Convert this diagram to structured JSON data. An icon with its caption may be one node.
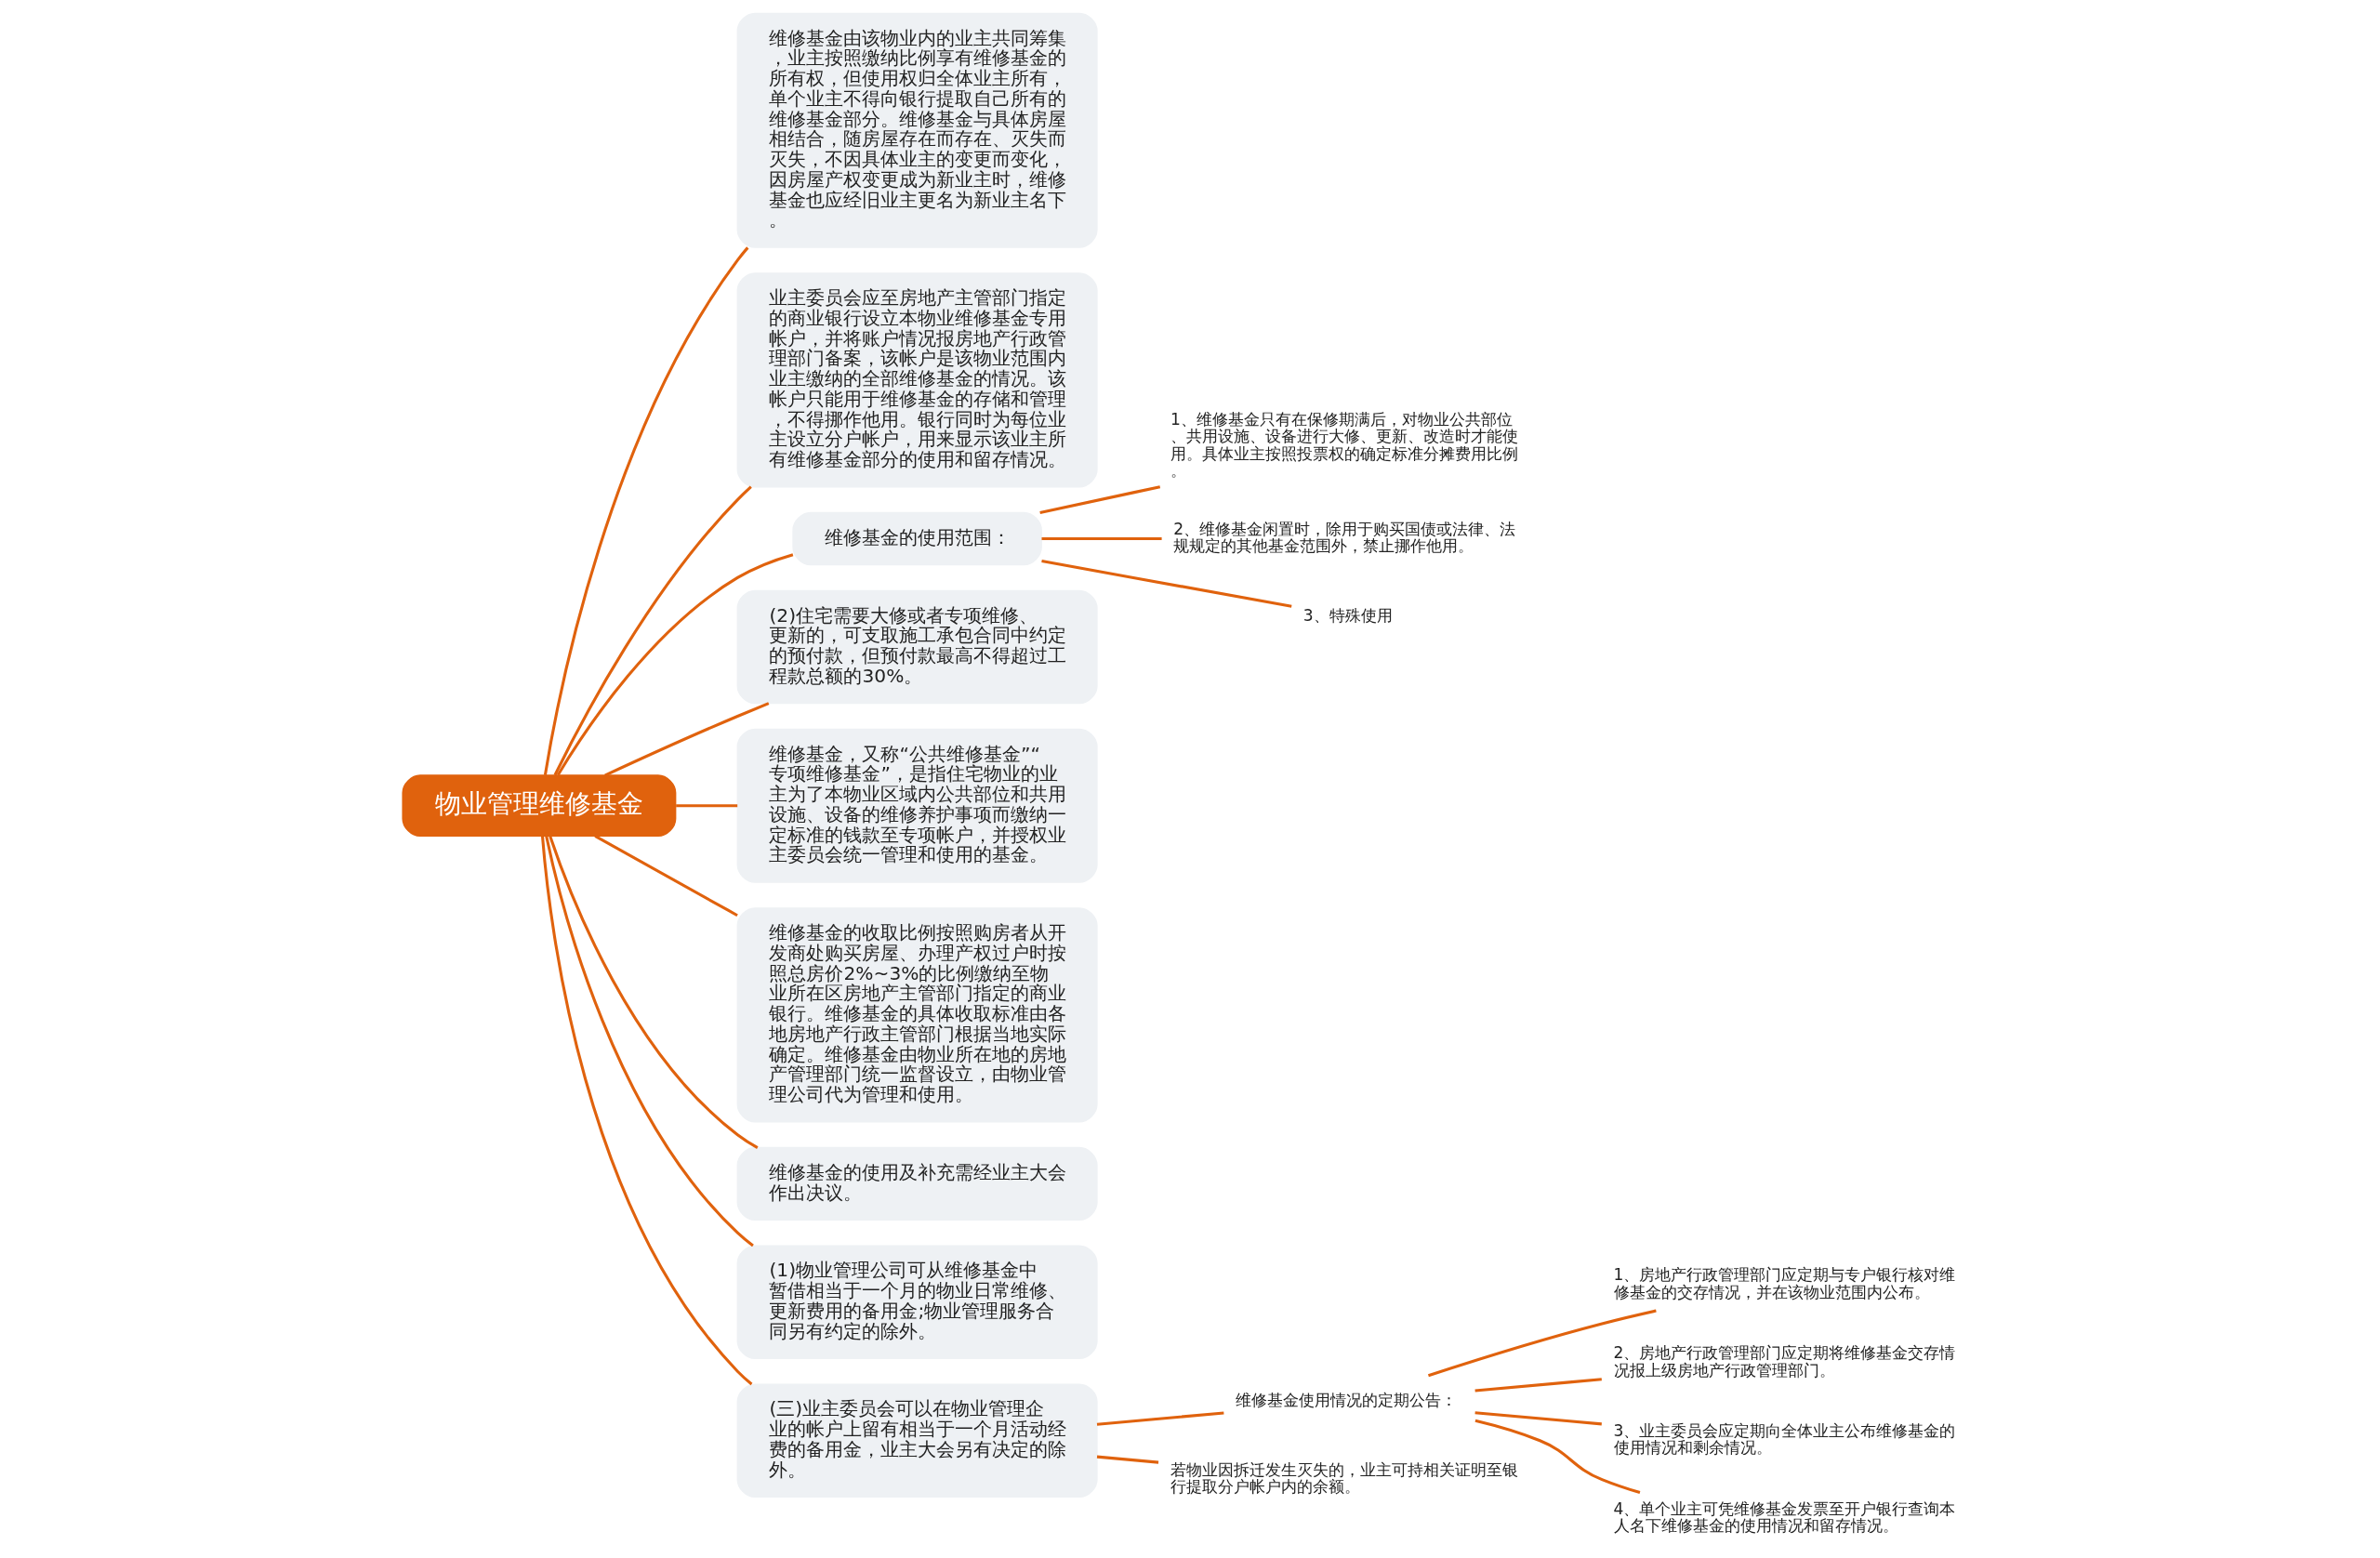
{
  "diagram": {
    "nodes": [
      {
        "text": [
          "物业管理维修基金"
        ]
      },
      {
        "text": [
          "维修基金由该物业内的业主共同筹集，业主按照缴纳比例享有维修基金的所有权，但使用权归全体业主所有，单个业主不得向银行提取自己所有的维修基金部分。维修基金与具体房屋相结合，随房屋存在而存在、灭失而灭失，不因具体业主的变更而变化，因房屋产权变更成为新业主时，维修基金也应经旧业主更名为新业主名下。"
        ]
      },
      {
        "text": [
          "业主委员会应至房地产主管部门指定的商业银行设立本物业维修基金专用帐户，并将账户情况报房地产行政管理部门备案，该帐户是该物业范围内业主缴纳的全部维修基金的情况。该帐户只能用于维修基金的存储和管理，不得挪作他用。银行同时为每位业主设立分户帐户，用来显示该业主所有维修基金部分的使用和留存情况。"
        ]
      },
      {
        "text": [
          "维修基金的使用范围："
        ]
      },
      {
        "text": [
          "1、维修基金只有在保修期满后，对物业公共部位、共用设施、设备进行大修、更新、改造时才能使用。具体业主按照投票权的确定标准分摊费用比例。"
        ]
      },
      {
        "text": [
          "2、维修基金闲置时，除用于购买国债或法律、法规规定的其他基金范围外，禁止挪作他用。"
        ]
      },
      {
        "text": [
          "3、特殊使用"
        ]
      },
      {
        "text": [
          "(2)住宅需要大修或者专项维修、更新的，可支取施工承包合同中约定的预付款，但预付款最高不得超过工程款总额的30%。"
        ]
      },
      {
        "text": [
          "维修基金，又称“公共维修基金”“专项维修基金”，是指住宅物业的业主为了本物业区域内公共部位和共用设施、设备的维修养护事项而缴纳一定标准的钱款至专项帐户，并授权业主委员会统一管理和使用的基金。"
        ]
      },
      {
        "text": [
          "维修基金的收取比例按照购房者从开发商处购买房屋、办理产权过户时按照总房价2%~3%的比例缴纳至物业所在区房地产主管部门指定的商业银行。维修基金的具体收取标准由各地房地产行政主管部门根据当地实际确定。维修基金由物业所在地的房地产管理部门统一监督设立，由物业管理公司代为管理和使用。"
        ]
      },
      {
        "text": [
          "维修基金的使用及补充需经业主大会作出决议。"
        ]
      },
      {
        "text": [
          "(1)物业管理公司可从维修基金中暂借相当于一个月的物业日常维修、更新费用的备用金;物业管理服务合同另有约定的除外。"
        ]
      },
      {
        "text": [
          "(三)业主委员会可以在物业管理企业的帐户上留有相当于一个月活动经费的备用金，业主大会另有决定的除外。"
        ]
      },
      {
        "text": [
          "维修基金使用情况的定期公告："
        ]
      },
      {
        "text": [
          "1、房地产行政管理部门应定期与专户银行核对维修基金的交存情况，并在该物业范围内公布。"
        ]
      },
      {
        "text": [
          "2、房地产行政管理部门应定期将维修基金交存情况报上级房地产行政管理部门。"
        ]
      },
      {
        "text": [
          "3、业主委员会应定期向全体业主公布维修基金的使用情况和剩余情况。"
        ]
      },
      {
        "text": [
          "4、单个业主可凭维修基金发票至开户银行查询本人名下维修基金的使用情况和留存情况。"
        ]
      },
      {
        "text": [
          "若物业因拆迁发生灭失的，业主可持相关证明至银行提取分户帐户内的余额。"
        ]
      }
    ],
    "edges": [
      {
        "from": 0,
        "to": 1,
        "arrow": "none"
      },
      {
        "from": 0,
        "to": 2,
        "arrow": "none"
      },
      {
        "from": 0,
        "to": 3,
        "arrow": "none"
      },
      {
        "from": 3,
        "to": 4,
        "arrow": "none"
      },
      {
        "from": 3,
        "to": 5,
        "arrow": "none"
      },
      {
        "from": 3,
        "to": 6,
        "arrow": "none"
      },
      {
        "from": 0,
        "to": 7,
        "arrow": "none"
      },
      {
        "from": 0,
        "to": 8,
        "arrow": "none"
      },
      {
        "from": 0,
        "to": 9,
        "arrow": "none"
      },
      {
        "from": 0,
        "to": 10,
        "arrow": "none"
      },
      {
        "from": 0,
        "to": 11,
        "arrow": "none"
      },
      {
        "from": 0,
        "to": 12,
        "arrow": "none"
      },
      {
        "from": 12,
        "to": 13,
        "arrow": "none"
      },
      {
        "from": 13,
        "to": 14,
        "arrow": "none"
      },
      {
        "from": 13,
        "to": 15,
        "arrow": "none"
      },
      {
        "from": 13,
        "to": 16,
        "arrow": "none"
      },
      {
        "from": 13,
        "to": 17,
        "arrow": "none"
      },
      {
        "from": 12,
        "to": 18,
        "arrow": "none"
      }
    ]
  }
}
